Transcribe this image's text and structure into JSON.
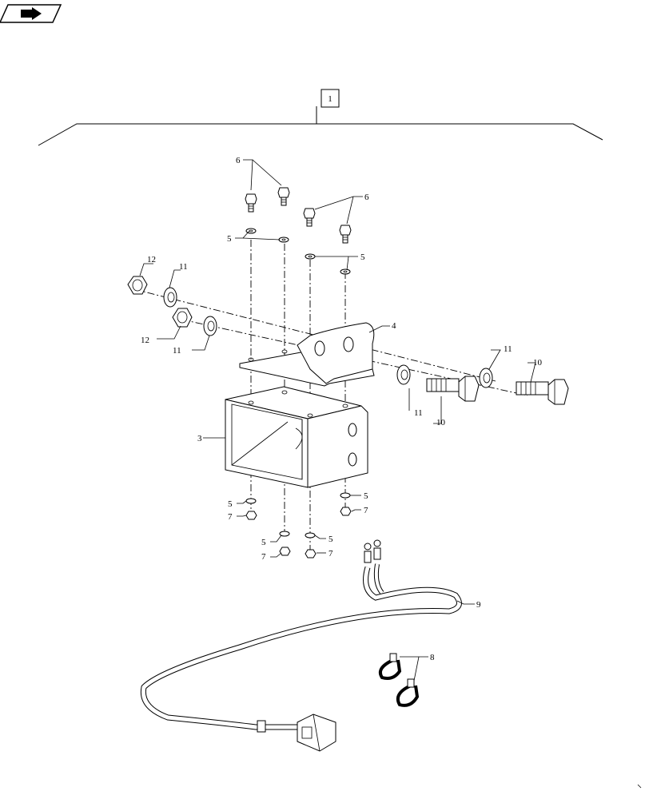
{
  "diagram": {
    "assembly_label": "1",
    "callouts": {
      "c1": "6",
      "c2": "6",
      "c3": "5",
      "c4": "5",
      "c5": "12",
      "c6": "11",
      "c7": "12",
      "c8": "11",
      "c9": "4",
      "c10": "11",
      "c11": "10",
      "c12": "11",
      "c13": "10",
      "c14": "3",
      "c15": "5",
      "c16": "7",
      "c17": "5",
      "c18": "7",
      "c19": "5",
      "c20": "7",
      "c21": "5",
      "c22": "7",
      "c23": "9",
      "c24": "8"
    }
  }
}
